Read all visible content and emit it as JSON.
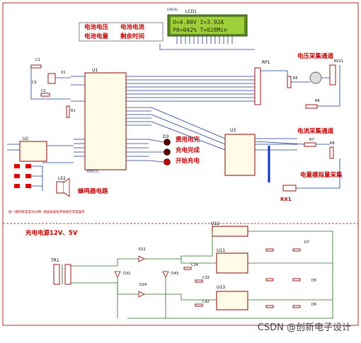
{
  "title_labels": {
    "battery_voltage": "电池电压",
    "battery_current": "电池电流",
    "battery_charge": "电池电量",
    "remaining_time": "剩余时间"
  },
  "lcd": {
    "ref": "LCD1",
    "part": "LM016L",
    "line1": "U=4.00V I=3.92A",
    "line2": "P0=042% T=028Min"
  },
  "mcu": {
    "ref": "U1",
    "part": "AT89C51"
  },
  "labels": {
    "voltage_channel": "电压采集通道",
    "current_channel": "电流采集通道",
    "charge_sim": "电量模拟量采集",
    "charging_fee": "费用用完",
    "charge_done": "充电完成",
    "start_charge": "开始充电",
    "buzzer": "蜂鸣器电路",
    "supply": "充电电源12V、5V",
    "note": "按一键开始充电30分钟, 再按该按钮开始进行充电操作"
  },
  "parts": {
    "rp1": "RP1",
    "u3": "U3",
    "u2": "U2",
    "ls1": "LS1",
    "tr1": "TR1",
    "rx1": "RX1",
    "u11": "U11",
    "u12": "U12",
    "u13": "U13",
    "rv11": "RV11",
    "r5": "R5",
    "r6": "R6",
    "r7": "R7",
    "r8": "R8",
    "d3": "D3",
    "d11": "D11",
    "d24": "D24",
    "d32": "D32",
    "d43": "D43",
    "c1": "C1",
    "c2": "C2",
    "c3": "C3",
    "c14": "C14",
    "c33": "C33",
    "c42": "C42",
    "r1": "R1",
    "x1": "X1",
    "d5": "D5",
    "d6": "D6",
    "d7": "D7"
  },
  "watermark": "CSDN @创新电子设计"
}
